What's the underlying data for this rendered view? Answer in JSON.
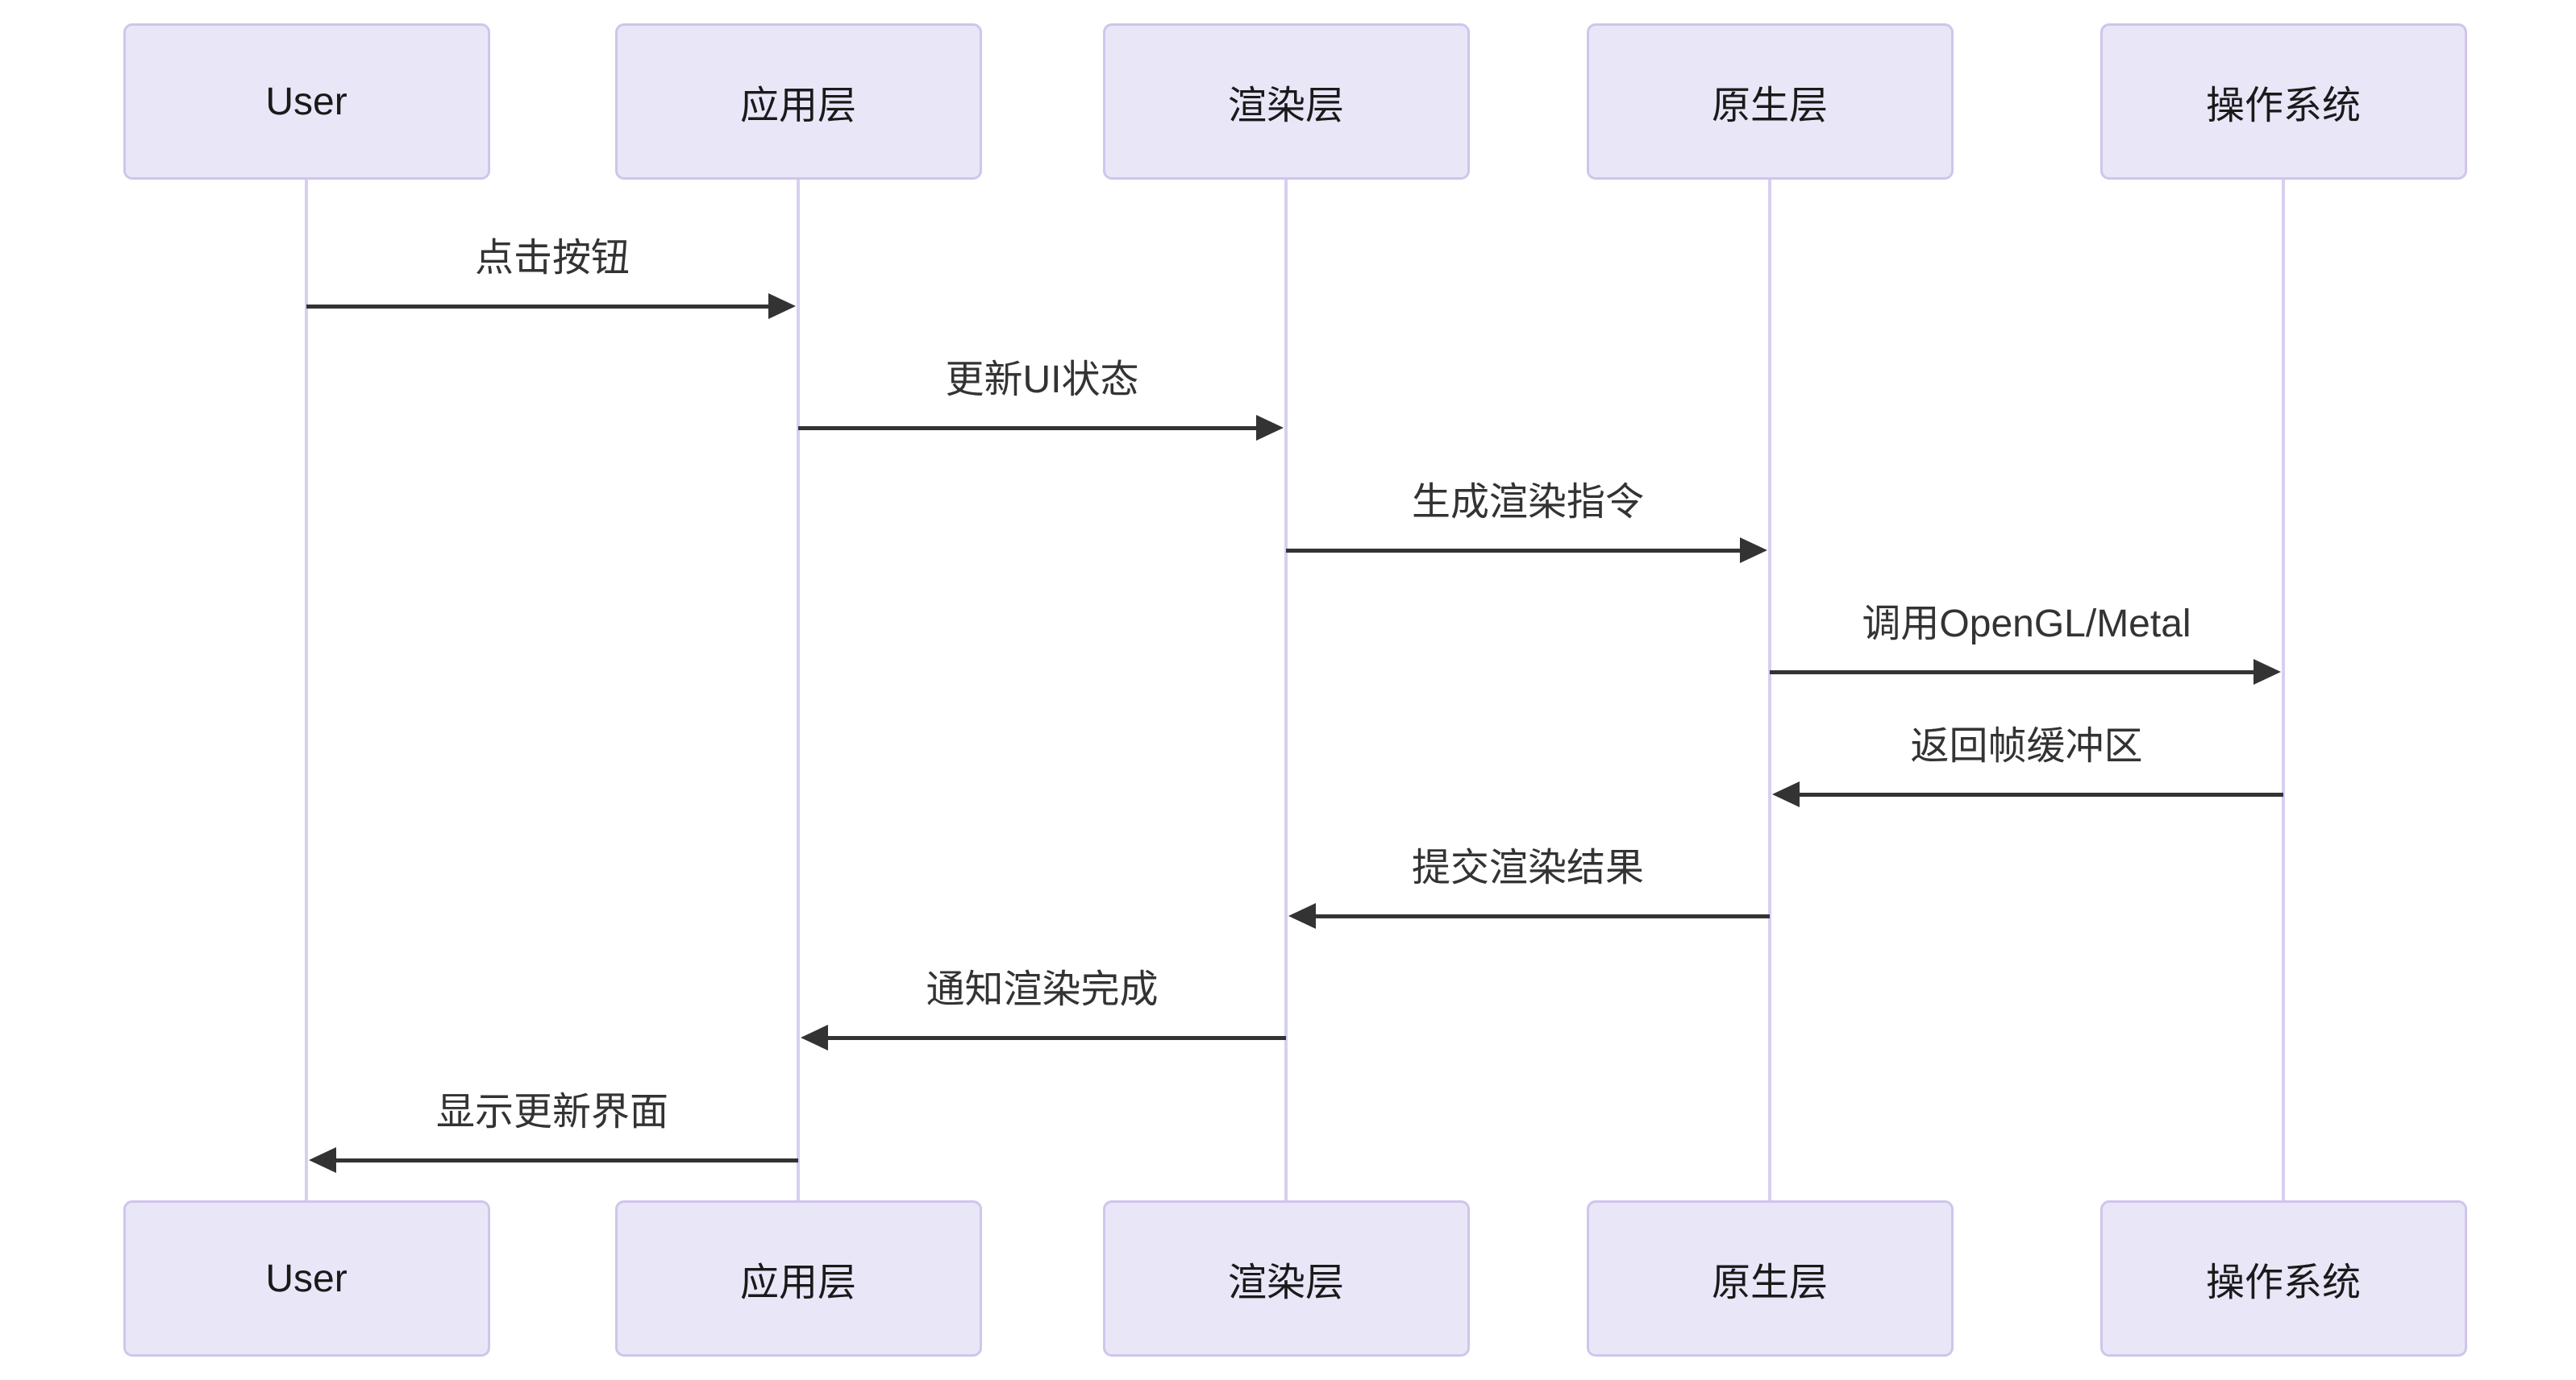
{
  "diagram_type": "sequence-diagram",
  "colors": {
    "background": "#FFFFFF",
    "actor_fill": "#E9E6F8",
    "actor_border": "#D0C5EC",
    "lifeline": "#D8CEF0",
    "arrow": "#333333",
    "actor_text": "#1A1A1A",
    "message_text": "#333333"
  },
  "actors": [
    {
      "id": "user",
      "label": "User"
    },
    {
      "id": "app-layer",
      "label": "应用层"
    },
    {
      "id": "render-layer",
      "label": "渲染层"
    },
    {
      "id": "native-layer",
      "label": "原生层"
    },
    {
      "id": "os",
      "label": "操作系统"
    }
  ],
  "messages": [
    {
      "text": "点击按钮",
      "from": "user",
      "to": "app-layer"
    },
    {
      "text": "更新UI状态",
      "from": "app-layer",
      "to": "render-layer"
    },
    {
      "text": "生成渲染指令",
      "from": "render-layer",
      "to": "native-layer"
    },
    {
      "text": "调用OpenGL/Metal",
      "from": "native-layer",
      "to": "os"
    },
    {
      "text": "返回帧缓冲区",
      "from": "os",
      "to": "native-layer"
    },
    {
      "text": "提交渲染结果",
      "from": "native-layer",
      "to": "render-layer"
    },
    {
      "text": "通知渲染完成",
      "from": "render-layer",
      "to": "app-layer"
    },
    {
      "text": "显示更新界面",
      "from": "app-layer",
      "to": "user"
    }
  ]
}
